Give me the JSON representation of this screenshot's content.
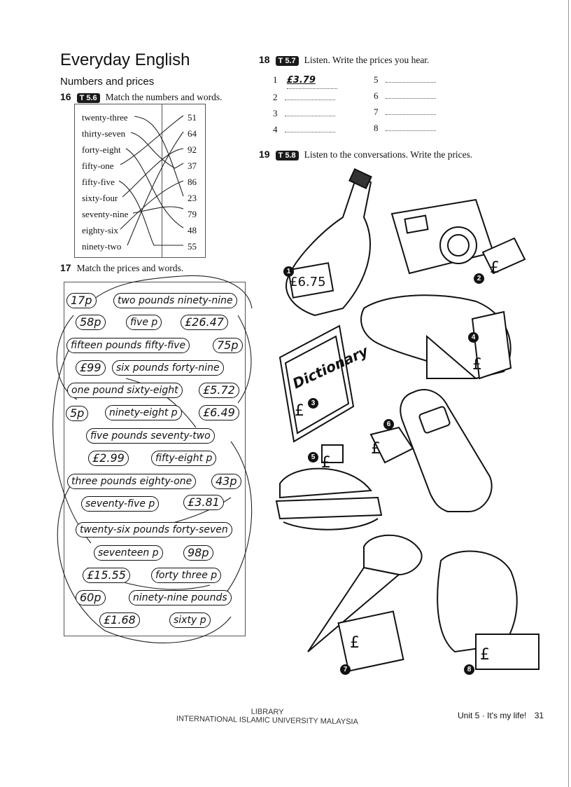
{
  "header": {
    "title": "Everyday English",
    "subtitle": "Numbers and prices"
  },
  "ex16": {
    "number": "16",
    "tag": "T 5.6",
    "instruction": "Match the numbers and words.",
    "words": [
      "twenty-three",
      "thirty-seven",
      "forty-eight",
      "fifty-one",
      "fifty-five",
      "sixty-four",
      "seventy-nine",
      "eighty-six",
      "ninety-two"
    ],
    "numbers": [
      "51",
      "64",
      "92",
      "37",
      "86",
      "23",
      "79",
      "48",
      "55"
    ]
  },
  "ex17": {
    "number": "17",
    "instruction": "Match the prices and words.",
    "bubbles": [
      "17p",
      "two pounds ninety-nine",
      "58p",
      "five p",
      "£26.47",
      "fifteen pounds fifty-five",
      "75p",
      "£99",
      "six pounds forty-nine",
      "one pound sixty-eight",
      "£5.72",
      "5p",
      "ninety-eight p",
      "£6.49",
      "five pounds seventy-two",
      "£2.99",
      "fifty-eight p",
      "three pounds eighty-one",
      "43p",
      "seventy-five p",
      "£3.81",
      "twenty-six pounds forty-seven",
      "seventeen p",
      "98p",
      "£15.55",
      "forty three p",
      "60p",
      "ninety-nine pounds",
      "£1.68",
      "sixty p"
    ]
  },
  "ex18": {
    "number": "18",
    "tag": "T 5.7",
    "instruction": "Listen. Write the prices you hear.",
    "items": [
      {
        "n": "1",
        "answer": "£3.79"
      },
      {
        "n": "2",
        "answer": ""
      },
      {
        "n": "3",
        "answer": ""
      },
      {
        "n": "4",
        "answer": ""
      },
      {
        "n": "5",
        "answer": ""
      },
      {
        "n": "6",
        "answer": ""
      },
      {
        "n": "7",
        "answer": ""
      },
      {
        "n": "8",
        "answer": ""
      }
    ]
  },
  "ex19": {
    "number": "19",
    "tag": "T 5.8",
    "instruction": "Listen to the conversations. Write the prices.",
    "book_title": "Dictionary",
    "tags": [
      "£6.75",
      "£",
      "£",
      "£",
      "£",
      "£",
      "£",
      "£"
    ],
    "circle_numbers": [
      "1",
      "2",
      "3",
      "4",
      "5",
      "6",
      "7",
      "8"
    ]
  },
  "footer": {
    "stamp_line1": "LIBRARY",
    "stamp_line2": "INTERNATIONAL ISLAMIC UNIVERSITY MALAYSIA",
    "unit": "Unit 5",
    "unit_title": "It's my life!",
    "page": "31"
  }
}
